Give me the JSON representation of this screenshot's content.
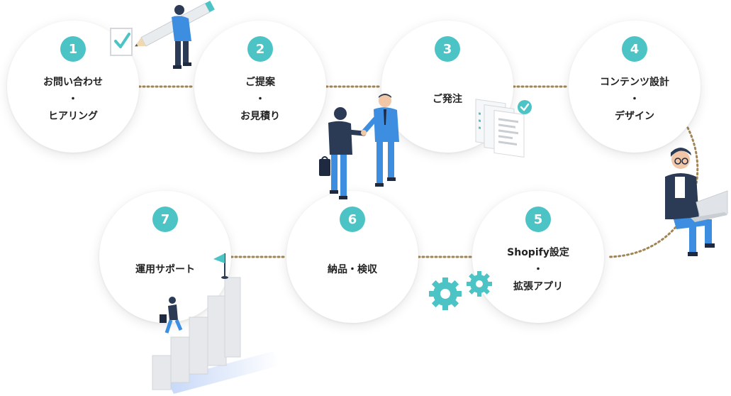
{
  "colors": {
    "accent": "#4cc3c5",
    "connector": "#a08555",
    "text": "#222222"
  },
  "steps": [
    {
      "number": "1",
      "lines": [
        "お問い合わせ",
        "・",
        "ヒアリング"
      ]
    },
    {
      "number": "2",
      "lines": [
        "ご提案",
        "・",
        "お見積り"
      ]
    },
    {
      "number": "3",
      "lines": [
        "ご発注"
      ]
    },
    {
      "number": "4",
      "lines": [
        "コンテンツ設計",
        "・",
        "デザイン"
      ]
    },
    {
      "number": "5",
      "lines": [
        "Shopify設定",
        "・",
        "拡張アプリ"
      ]
    },
    {
      "number": "6",
      "lines": [
        "納品・検収"
      ]
    },
    {
      "number": "7",
      "lines": [
        "運用サポート"
      ]
    }
  ],
  "illustrations": [
    "pencil-person-icon",
    "handshake-icon",
    "document-check-icon",
    "laptop-person-icon",
    "gears-icon",
    "stairs-flag-icon"
  ]
}
